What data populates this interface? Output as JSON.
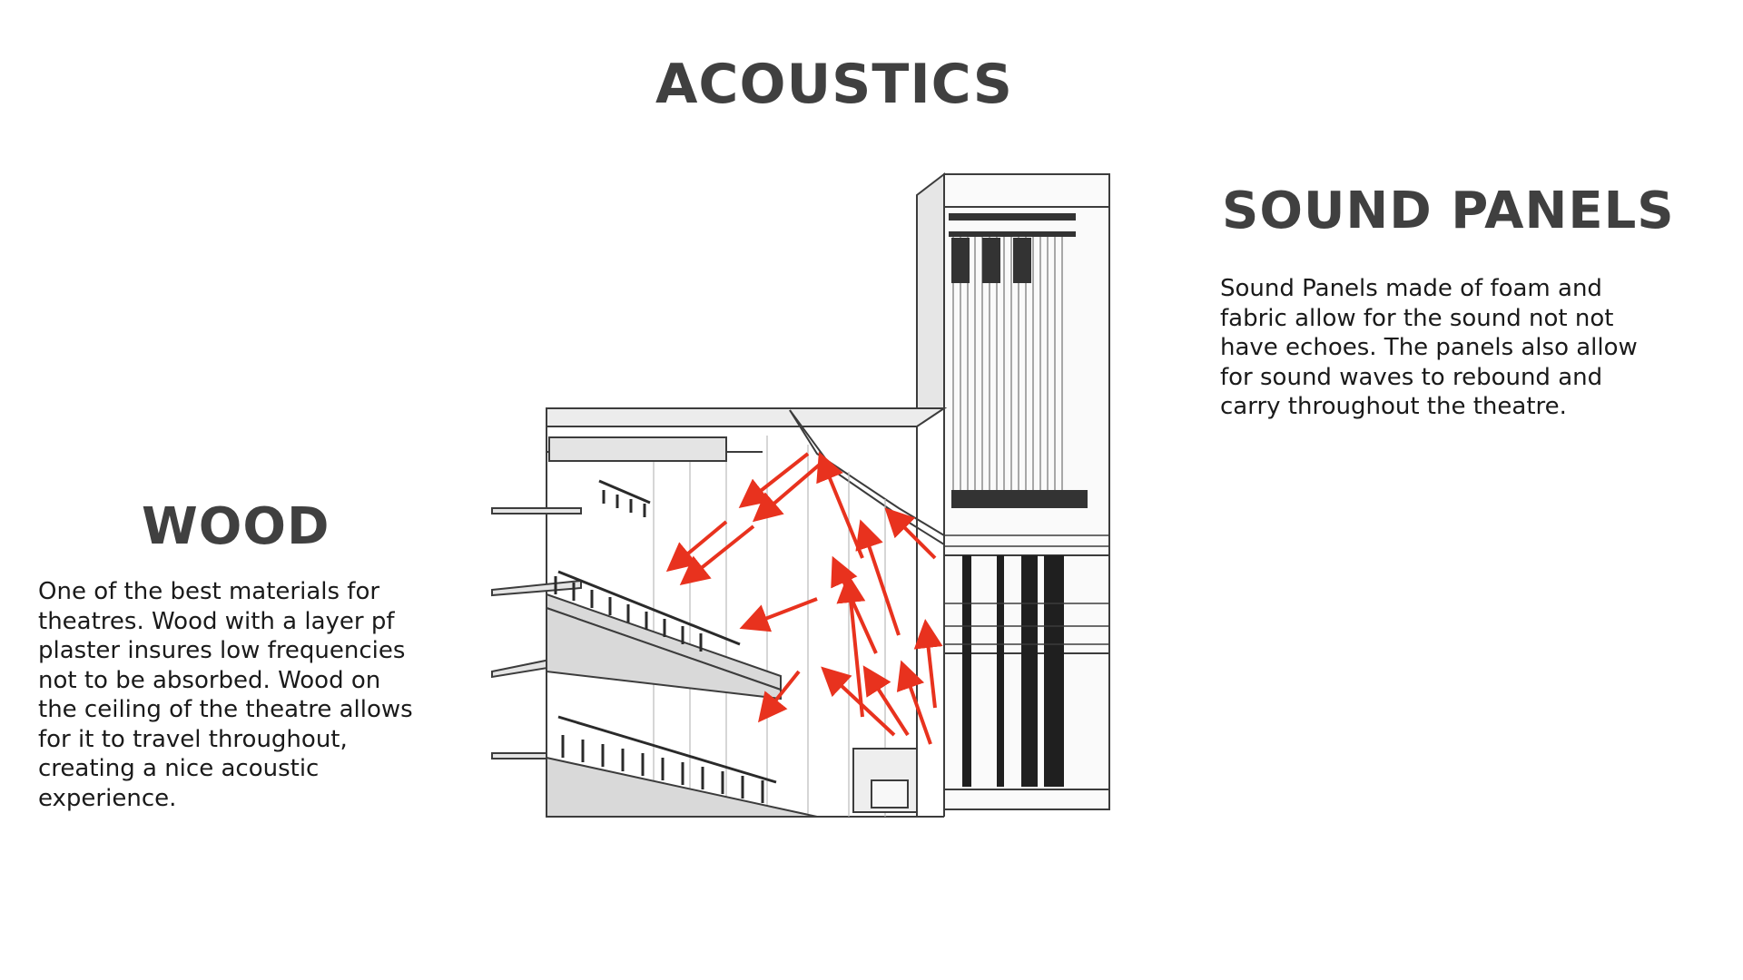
{
  "page": {
    "title": "ACOUSTICS"
  },
  "wood": {
    "heading": "WOOD",
    "body": " One of the best materials for\ntheatres. Wood with a layer pf\nplaster insures low frequencies\nnot to be absorbed. Wood on\nthe ceiling of the theatre allows\nfor it to travel throughout,\ncreating a nice acoustic\nexperience."
  },
  "sound_panels": {
    "heading": "SOUND PANELS",
    "body": "Sound Panels made of foam and\nfabric allow for the sound not not\nhave echoes. The panels also allow\nfor sound waves to rebound and\ncarry throughout the theatre."
  },
  "diagram": {
    "arrow_color": "#e8321e",
    "line_color": "#3c3c3c",
    "fill_color": "#e8e8e8"
  }
}
